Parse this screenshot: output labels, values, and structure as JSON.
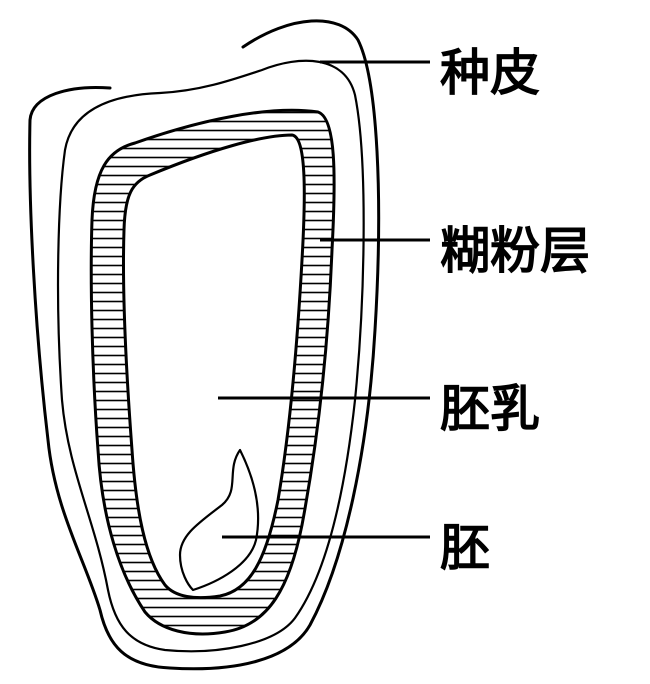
{
  "diagram": {
    "labels": {
      "seed_coat": "种皮",
      "aleurone_layer": "糊粉层",
      "endosperm": "胚乳",
      "embryo": "胚"
    }
  }
}
